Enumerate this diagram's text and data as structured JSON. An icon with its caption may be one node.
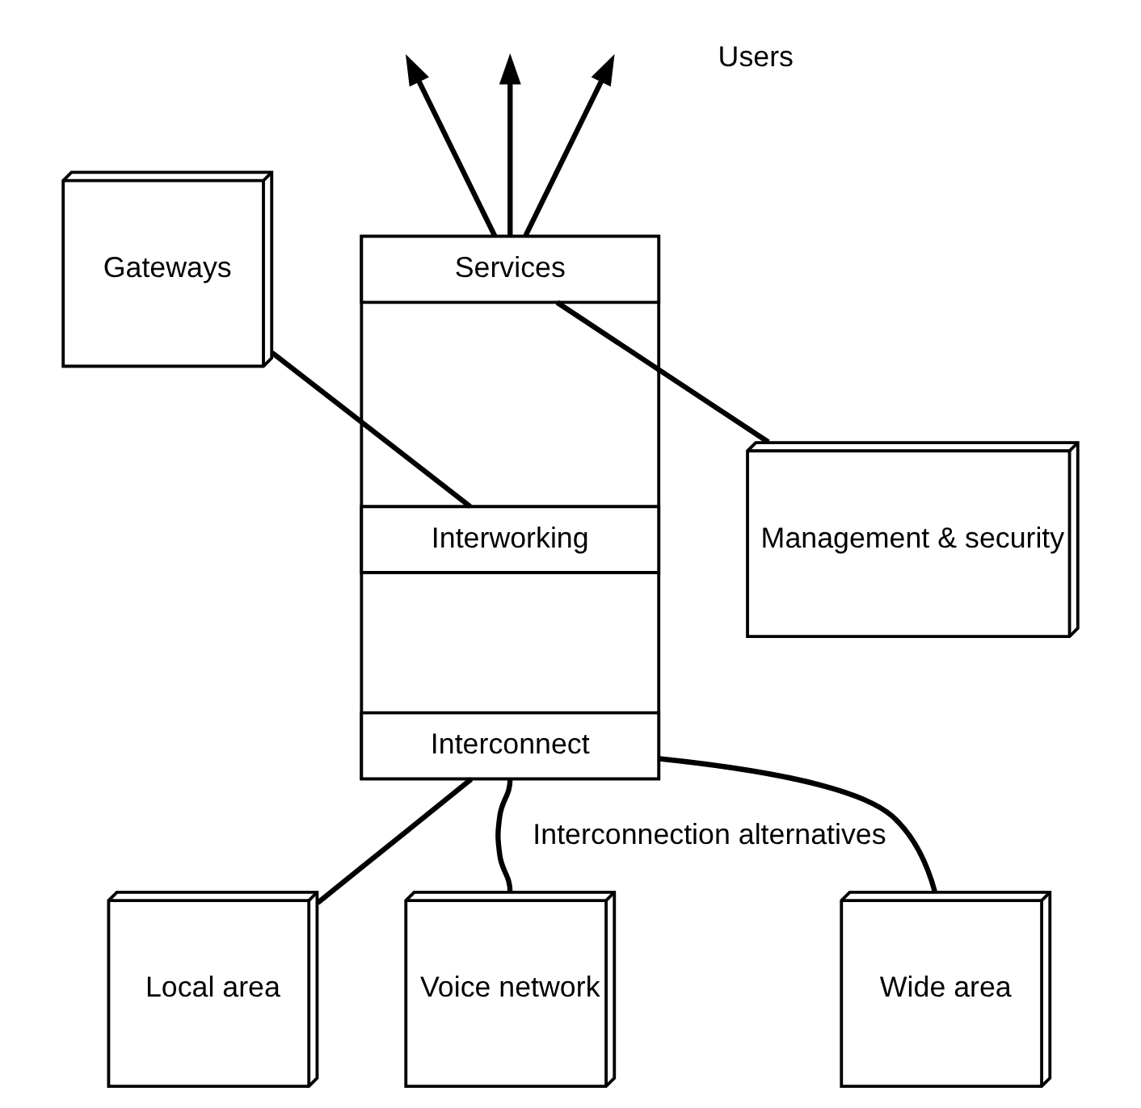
{
  "diagram": {
    "nodes": [
      {
        "text": [],
        "shape": "box"
      },
      {
        "text": [
          "Services"
        ],
        "in": 0
      },
      {
        "text": [
          "Interworking"
        ],
        "in": 0
      },
      {
        "text": [
          "Interconnect"
        ],
        "in": 0
      },
      {
        "text": [
          "Gateways"
        ]
      },
      {
        "text": [
          "Management & security"
        ]
      },
      {
        "text": [
          "Local area"
        ]
      },
      {
        "text": [
          "Voice network"
        ]
      },
      {
        "text": [
          "Wide area"
        ]
      }
    ],
    "edges": [
      {
        "from": 1,
        "to": null,
        "arrow": "to"
      },
      {
        "from": 1,
        "to": null,
        "arrow": "to"
      },
      {
        "from": 1,
        "to": null,
        "arrow": "to"
      },
      {
        "from": 4,
        "to": 2,
        "arrow": "none"
      },
      {
        "from": 1,
        "to": 5,
        "arrow": "none"
      },
      {
        "from": 3,
        "to": 6,
        "arrow": "none"
      },
      {
        "from": 3,
        "to": 7,
        "label": "Interconnection alternatives",
        "arrow": "none"
      },
      {
        "from": 3,
        "to": 8,
        "arrow": "none"
      }
    ],
    "labels": [
      "Users"
    ]
  }
}
